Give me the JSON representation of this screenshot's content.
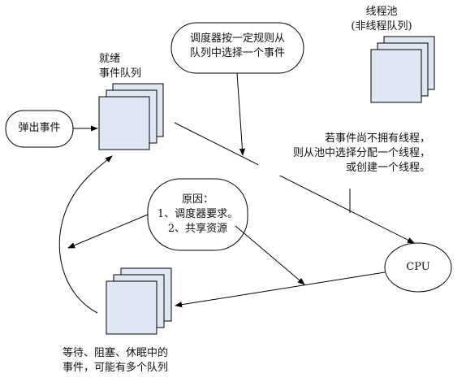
{
  "diagram": {
    "ready_queue": {
      "line1": "就绪",
      "line2": "事件队列"
    },
    "pop_event": "弹出事件",
    "scheduler_note": {
      "line1": "调度器按一定规则从",
      "line2": "队列中选择一个事件"
    },
    "thread_pool": {
      "line1": "线程池",
      "line2": "(非线程队列)"
    },
    "assign_note": {
      "line1": "若事件尚不拥有线程，",
      "line2": "则从池中选择分配一个线程，",
      "line3": "或创建一个线程。"
    },
    "reason_note": {
      "line1": "原因：",
      "line2": "1、调度器要求。",
      "line3": "2、共享资源"
    },
    "cpu": "CPU",
    "waiting_queue": {
      "line1": "等待、阻塞、休眠中的",
      "line2": "事件，可能有多个队列"
    }
  },
  "colors": {
    "stack_fill": "#dfe7f5",
    "stroke": "#000000",
    "background": "#ffffff"
  }
}
